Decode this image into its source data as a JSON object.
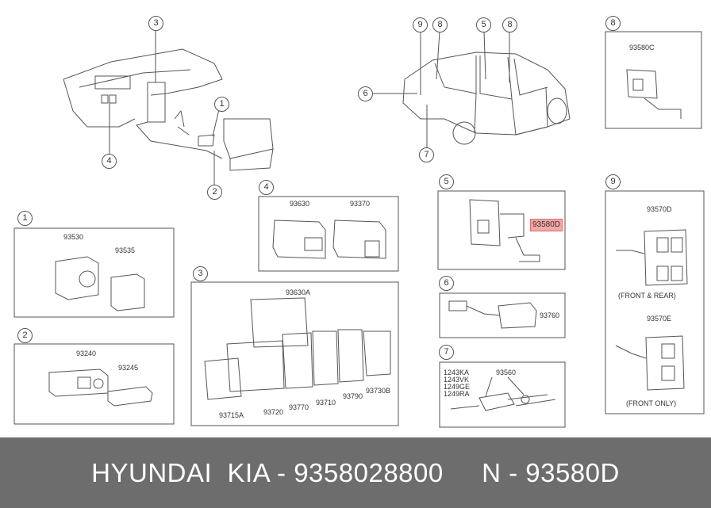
{
  "circled_numbers": [
    "1",
    "2",
    "3",
    "4",
    "5",
    "6",
    "7",
    "8",
    "9"
  ],
  "part_numbers": {
    "p93530": "93530",
    "p93535": "93535",
    "p93240": "93240",
    "p93245": "93245",
    "p93630": "93630",
    "p93370": "93370",
    "p93630A": "93630A",
    "p93715A": "93715A",
    "p93720": "93720",
    "p93770": "93770",
    "p93710": "93710",
    "p93790": "93790",
    "p93730B": "93730B",
    "p93580D": "93580D",
    "p93760": "93760",
    "p93560": "93560",
    "p1243KA": "1243KA",
    "p1243VK": "1243VK",
    "p1249GE": "1249GE",
    "p1249RA": "1249RA",
    "p93580C": "93580C",
    "p93570D": "93570D",
    "p93570E": "93570E"
  },
  "notes": {
    "front_rear": "(FRONT & REAR)",
    "front_only": "(FRONT ONLY)"
  },
  "footer": {
    "text": "HYUNDAI  KIA - 9358028800     N - 93580D"
  },
  "colors": {
    "footer_bg": "#6d6d6d",
    "highlight": "#f4a6a6"
  }
}
